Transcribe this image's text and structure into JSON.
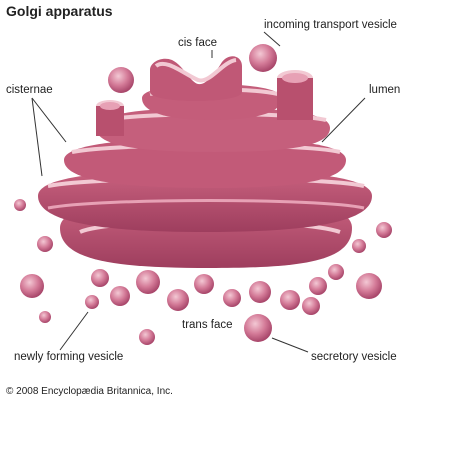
{
  "title": "Golgi apparatus",
  "labels": {
    "incoming": "incoming transport vesicle",
    "cis": "cis face",
    "cisternae": "cisternae",
    "lumen": "lumen",
    "trans": "trans face",
    "newly": "newly forming vesicle",
    "secretory": "secretory vesicle"
  },
  "copyright": "© 2008 Encyclopædia Britannica, Inc.",
  "colors": {
    "body": "#b8506e",
    "body_dark": "#8e3552",
    "rim": "#f2c9d3",
    "lumen": "#e7a1b5",
    "vesicle": "#d884a0"
  }
}
